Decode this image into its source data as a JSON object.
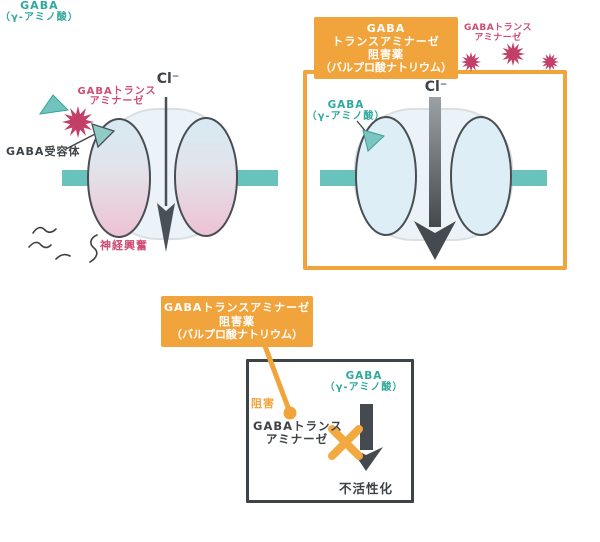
{
  "colors": {
    "accent_orange": "#F2A43C",
    "membrane_teal": "#6AC2BD",
    "teal_text": "#2FA89D",
    "pink_text": "#D04C74",
    "starburst_pink": "#C23F68",
    "dark_gray": "#3E4347",
    "ellipse_blue": "#DEEEF7",
    "ellipse_pink_bottom": "#EEC2D3"
  },
  "left_diagram": {
    "gaba_label_line1": "GABA",
    "gaba_label_line2": "（γ-アミノ酸）",
    "transaminase_line1": "GABAトランス",
    "transaminase_line2": "アミナーゼ",
    "receptor_label": "GABA受容体",
    "chloride_label": "Cl⁻",
    "excitement_label": "神経興奮"
  },
  "right_diagram": {
    "inhibitor_box_line1": "GABA",
    "inhibitor_box_line2": "トランスアミナーゼ",
    "inhibitor_box_line3": "阻害薬",
    "inhibitor_box_line4": "（バルプロ酸ナトリウム）",
    "transaminase_line1": "GABAトランス",
    "transaminase_line2": "アミナーゼ",
    "chloride_label": "Cl⁻",
    "gaba_label_line1": "GABA",
    "gaba_label_line2": "（γ-アミノ酸）"
  },
  "bottom_diagram": {
    "inhibitor_box_line1": "GABAトランスアミナーゼ",
    "inhibitor_box_line2": "阻害薬",
    "inhibitor_box_line3": "（バルプロ酸ナトリウム）",
    "inhibit_label": "阻害",
    "gaba_label_line1": "GABA",
    "gaba_label_line2": "（γ-アミノ酸）",
    "transaminase_line1": "GABAトランス",
    "transaminase_line2": "アミナーゼ",
    "inactivation_label": "不活性化"
  }
}
